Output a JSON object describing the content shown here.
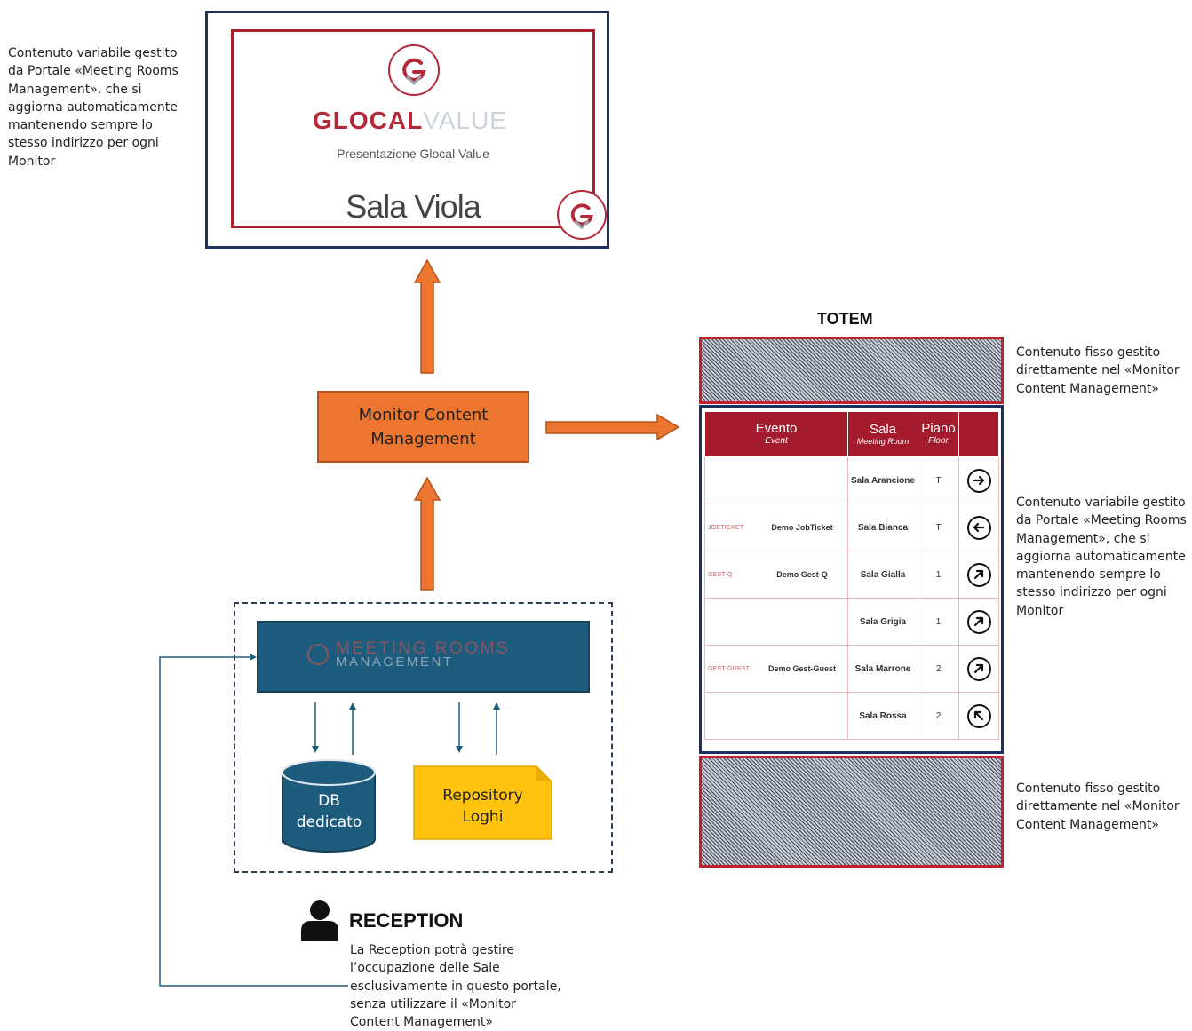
{
  "notes": {
    "top_left": "Contenuto variabile gestito\nda Portale «Meeting Rooms\nManagement», che si\naggiorna automaticamente\nmantenendo sempre lo\nstesso indirizzo per ogni\nMonitor",
    "totem_top": "Contenuto fisso gestito\ndirettamente nel «Monitor\nContent Management»",
    "totem_middle": "Contenuto variabile gestito\nda Portale «Meeting Rooms\nManagement», che si\naggiorna automaticamente\nmantenendo sempre lo\nstesso indirizzo per ogni\nMonitor",
    "totem_bottom": "Contenuto fisso gestito\ndirettamente nel «Monitor\nContent Management»"
  },
  "monitor": {
    "brand_part1": "GLOCAL",
    "brand_part2": "VALUE",
    "subtitle": "Presentazione Glocal Value",
    "room_name": "Sala Viola"
  },
  "mcm": {
    "label": "Monitor Content\nManagement"
  },
  "portal": {
    "title": "MEETING ROOMS",
    "subtitle": "MANAGEMENT",
    "db_label": "DB\ndedicato",
    "repo_label": "Repository\nLoghi"
  },
  "reception": {
    "title": "RECEPTION",
    "text": "La Reception potrà gestire\nl’occupazione delle Sale\nesclusivamente in questo portale,\nsenza utilizzare il «Monitor\nContent Management»"
  },
  "totem": {
    "title": "TOTEM",
    "headers": {
      "evento": "Evento",
      "evento_sub": "Event",
      "sala": "Sala",
      "sala_sub": "Meeting Room",
      "piano": "Piano",
      "piano_sub": "Floor"
    },
    "rows": [
      {
        "logo": "",
        "evento": "",
        "sala": "Sala Arancione",
        "piano": "T",
        "arrow": "arrow-right-icon"
      },
      {
        "logo": "JOBTICKET",
        "evento": "Demo JobTicket",
        "sala": "Sala Bianca",
        "piano": "T",
        "arrow": "arrow-left-icon"
      },
      {
        "logo": "GEST-Q",
        "evento": "Demo Gest-Q",
        "sala": "Sala Gialla",
        "piano": "1",
        "arrow": "arrow-up-right-icon"
      },
      {
        "logo": "",
        "evento": "",
        "sala": "Sala Grigia",
        "piano": "1",
        "arrow": "arrow-up-right-icon"
      },
      {
        "logo": "GEST-GUEST",
        "evento": "Demo Gest-Guest",
        "sala": "Sala Marrone",
        "piano": "2",
        "arrow": "arrow-up-right-icon"
      },
      {
        "logo": "",
        "evento": "",
        "sala": "Sala Rossa",
        "piano": "2",
        "arrow": "arrow-up-left-icon"
      }
    ]
  },
  "colors": {
    "brand_red": "#b5283a",
    "navy": "#1f3160",
    "orange": "#ec7630",
    "teal": "#1e5c7e",
    "yellow": "#fec20f",
    "table_header": "#a31b2c"
  }
}
